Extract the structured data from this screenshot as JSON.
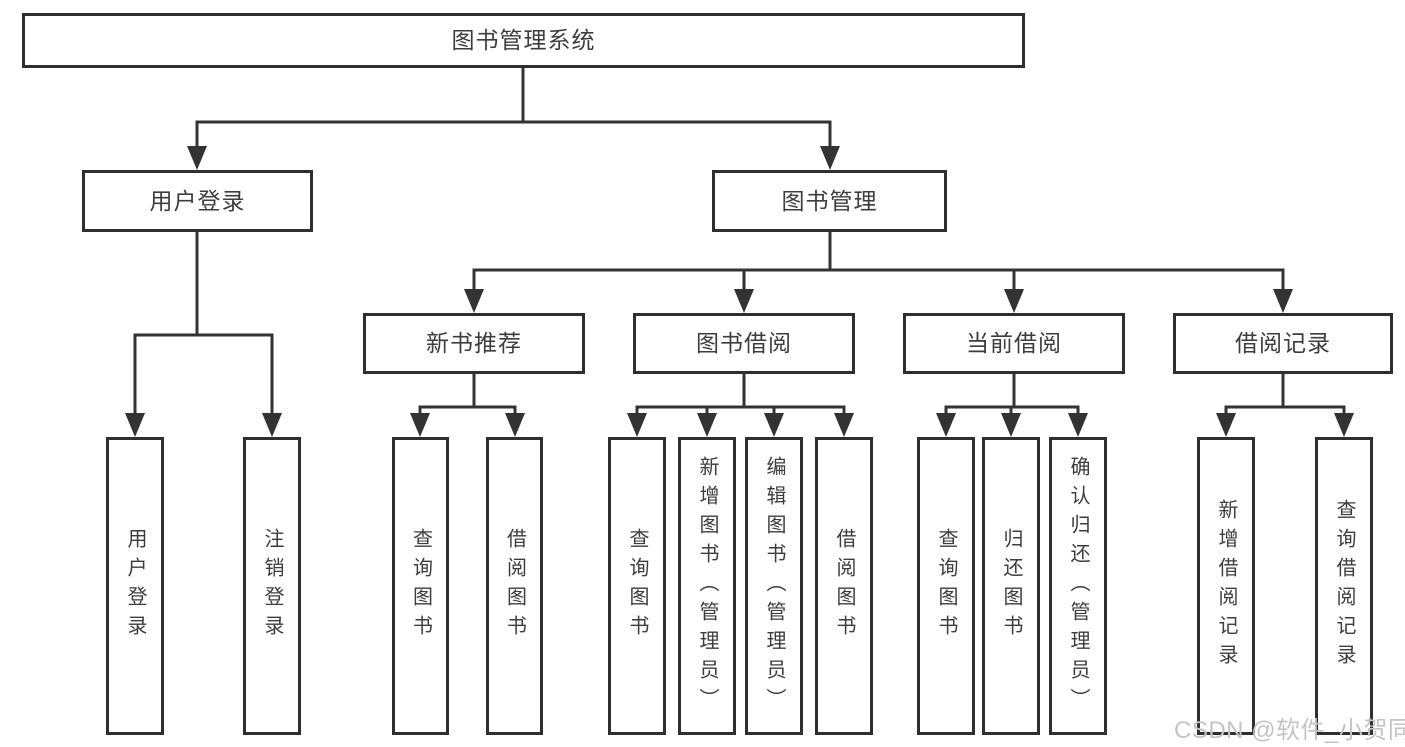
{
  "diagram": {
    "root": {
      "label": "图书管理系统"
    },
    "branches": [
      {
        "label": "用户登录",
        "children": [
          {
            "label": "用户登录"
          },
          {
            "label": "注销登录"
          }
        ]
      },
      {
        "label": "图书管理",
        "children": [
          {
            "label": "新书推荐",
            "children": [
              {
                "label": "查询图书"
              },
              {
                "label": "借阅图书"
              }
            ]
          },
          {
            "label": "图书借阅",
            "children": [
              {
                "label": "查询图书"
              },
              {
                "label": "新增图书（管理员）"
              },
              {
                "label": "编辑图书（管理员）"
              },
              {
                "label": "借阅图书"
              }
            ]
          },
          {
            "label": "当前借阅",
            "children": [
              {
                "label": "查询图书"
              },
              {
                "label": "归还图书"
              },
              {
                "label": "确认归还（管理员）"
              }
            ]
          },
          {
            "label": "借阅记录",
            "children": [
              {
                "label": "新增借阅记录"
              },
              {
                "label": "查询借阅记录"
              }
            ]
          }
        ]
      }
    ]
  },
  "watermark": {
    "text": "CSDN @软件_小贺同学"
  },
  "colors": {
    "line": "#333333",
    "box_border": "#2f2f2f",
    "text": "#3d3d3d",
    "watermark": "#c4c4c4",
    "background": "#ffffff"
  }
}
